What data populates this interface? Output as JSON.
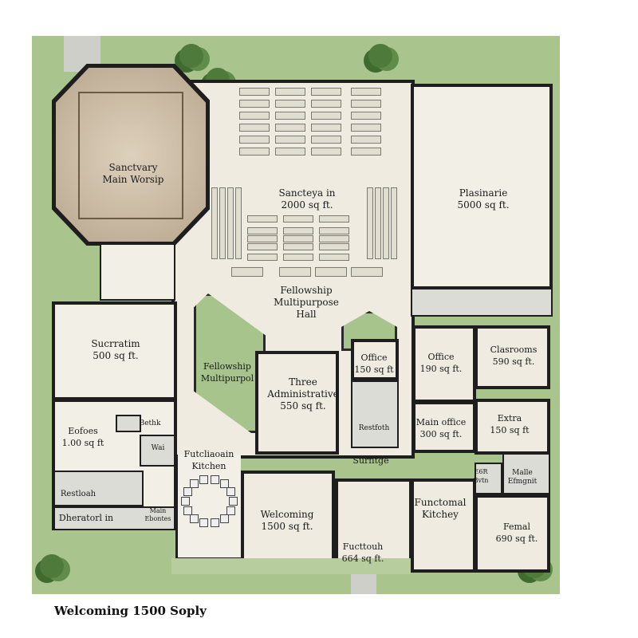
{
  "rooms": {
    "sanctuary": {
      "line1": "Sanctvary",
      "line2": "Main Worsip"
    },
    "center_hall": {
      "line1": "Sancteya in",
      "line2": "2000 sq ft."
    },
    "plasinarie": {
      "line1": "Plasinarie",
      "line2": "5000 sq ft."
    },
    "fellowship_hall": {
      "line1": "Fellowship",
      "line2": "Multipurpose",
      "line3": "Hall"
    },
    "sucrratim": {
      "line1": "Sucrratim",
      "line2": "500 sq ft."
    },
    "fellowship_court": {
      "line1": "Fellowship",
      "line2": "Multipurpol"
    },
    "three_admin": {
      "line1": "Three",
      "line2": "Administrative",
      "line3": "550 sq ft."
    },
    "office_a": {
      "line1": "Office",
      "line2": "150 sq ft"
    },
    "office_b": {
      "line1": "Office",
      "line2": "190 sq ft."
    },
    "classrooms": {
      "line1": "Clasrooms",
      "line2": "590 sq ft."
    },
    "eofoes": {
      "line1": "Eofoes",
      "line2": "1.00 sq ft"
    },
    "bethk": "Bethk",
    "wai": "Wai",
    "restroom_left": "Restloah",
    "dheratoln": "Dheratorl in",
    "main_ebontes": {
      "line1": "Main",
      "line2": "Ebontes"
    },
    "restroom_mid": "Restfoth",
    "main_office": {
      "line1": "Main office",
      "line2": "300 sq ft."
    },
    "extra": {
      "line1": "Extra",
      "line2": "150 sq ft"
    },
    "kitchen_left": {
      "line1": "Futcliaoain",
      "line2": "Kitchen"
    },
    "surfitge": "Surfitge",
    "welcoming": {
      "line1": "Welcoming",
      "line2": "1500 sq ft."
    },
    "functouh": {
      "line1": "Fucttouh",
      "line2": "664 sq ft."
    },
    "functional_kitchey": {
      "line1": "Functomal",
      "line2": "Kitchey"
    },
    "male": {
      "line1": "Malle",
      "line2": "Efmgnit"
    },
    "esr": {
      "line1": "E6R",
      "line2": "Bvtn"
    },
    "femal": {
      "line1": "Femal",
      "line2": "690 sq ft."
    }
  },
  "caption": "Welcoming 1500 Soply",
  "colors": {
    "lawn": "#a9c48c",
    "floor": "#efebe0",
    "sanctuary": "#cdbda6",
    "wall": "#1e1e1e"
  }
}
